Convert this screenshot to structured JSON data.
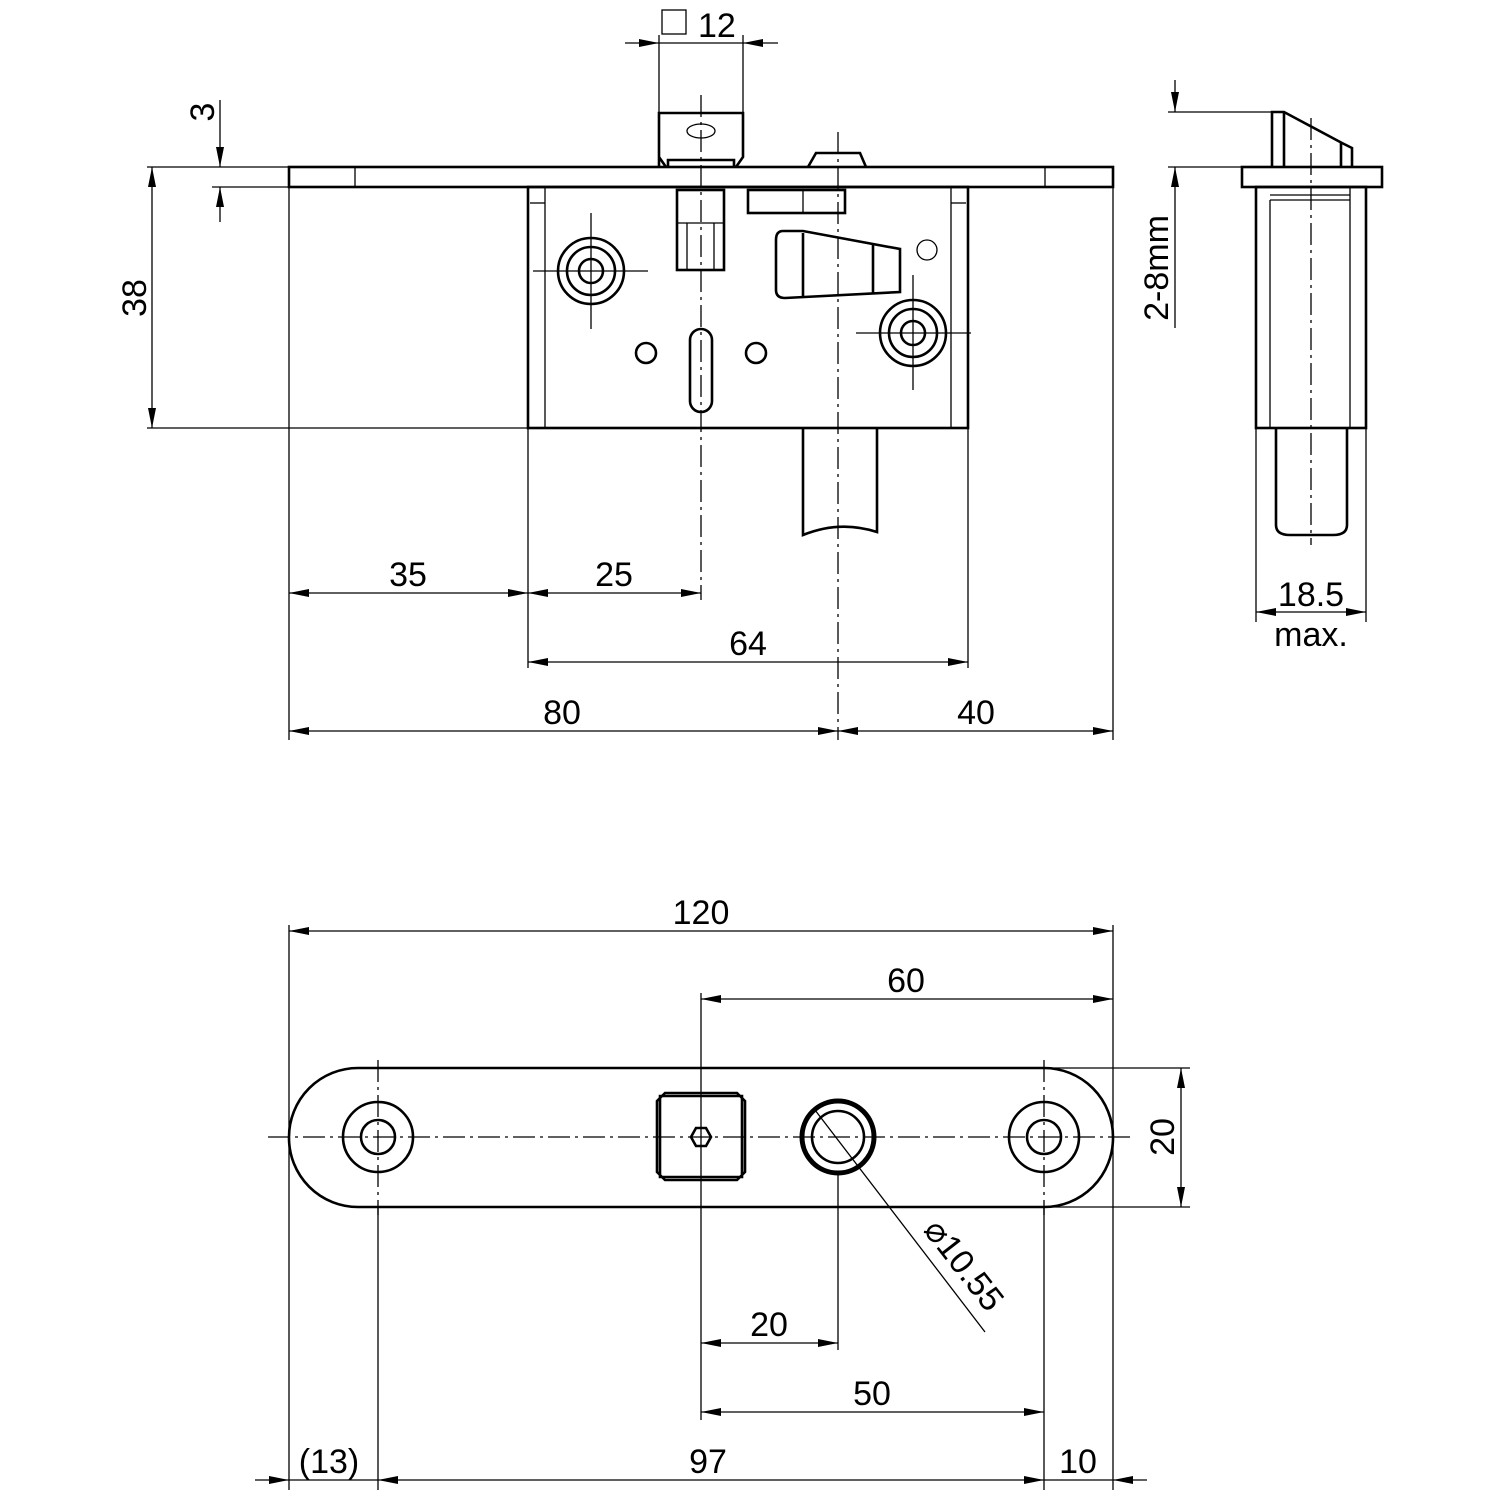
{
  "drawing": {
    "line_color": "#000000",
    "background": "#ffffff",
    "front_view": {
      "dim_square_symbol": "□",
      "dim_spindle": "12",
      "dim_faceplate_thickness": "3",
      "dim_case_depth": "38",
      "dim_backset_case": "35",
      "dim_spindle_offset": "25",
      "dim_case_width": "64",
      "dim_left": "80",
      "dim_right": "40"
    },
    "side_view": {
      "dim_adjust": "2-8mm",
      "dim_width": "18.5",
      "dim_width_note": "max."
    },
    "faceplate_view": {
      "dim_total": "120",
      "dim_60": "60",
      "dim_height": "20",
      "dim_diameter": "⌀10.55",
      "dim_20": "20",
      "dim_50": "50",
      "dim_13": "(13)",
      "dim_97": "97",
      "dim_10": "10"
    }
  }
}
